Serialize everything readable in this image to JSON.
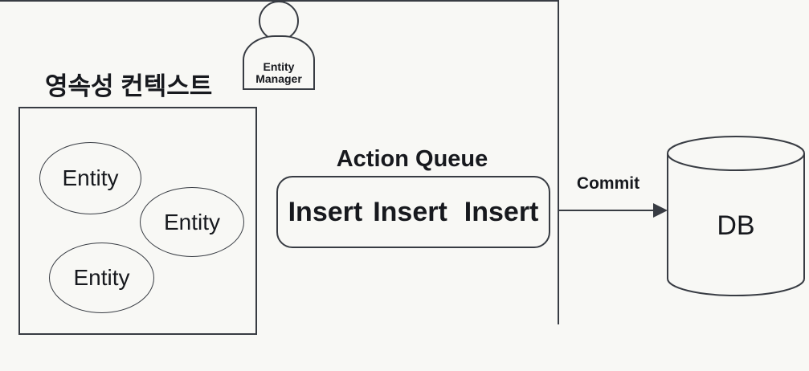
{
  "colors": {
    "background": "#f8f8f5",
    "line": "#383c43",
    "text": "#17191e"
  },
  "actor": {
    "name": "Entity Manager",
    "label_line1": "Entity",
    "label_line2": "Manager"
  },
  "persistence_context": {
    "title": "영속성 컨텍스트",
    "entities": [
      {
        "label": "Entity"
      },
      {
        "label": "Entity"
      },
      {
        "label": "Entity"
      }
    ]
  },
  "action_queue": {
    "title": "Action Queue",
    "items": [
      "Insert",
      "Insert",
      "Insert"
    ]
  },
  "commit": {
    "label": "Commit"
  },
  "database": {
    "label": "DB"
  }
}
